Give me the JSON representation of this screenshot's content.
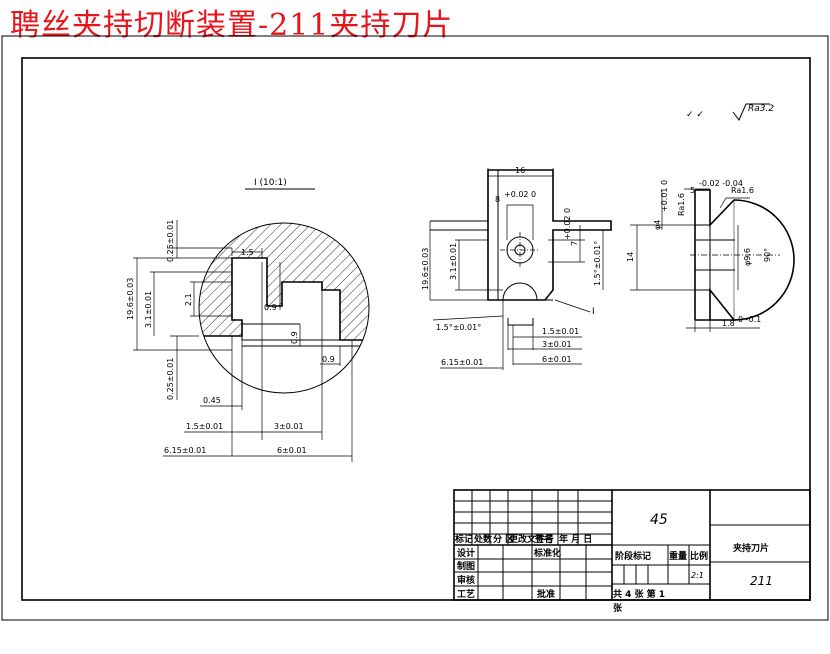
{
  "banner_title": "聘丝夹持切断装置-211夹持刀片",
  "roughness_note": {
    "symbols": "✓ ✓",
    "value": "Ra3.2"
  },
  "detail_view": {
    "label": "I (10:1)",
    "dims": {
      "d_1_5": "1.5",
      "d_0_9_a": "0.9",
      "d_0_9_b": "0.9",
      "d_0_9_c": "0.9",
      "d_2_1": "2.1",
      "d_0_25_top": "0.25±0.01",
      "d_19_6": "19.6±0.03",
      "d_3_1": "3.1±0.01",
      "d_0_25_bot": "0.25±0.01",
      "d_0_45": "0.45",
      "d_1_5_b": "1.5±0.01",
      "d_3": "3±0.01",
      "d_6_15": "6.15±0.01",
      "d_6": "6±0.01"
    }
  },
  "front_view": {
    "dims": {
      "d_16": "16",
      "d_8": "8",
      "d_8_tol": "+0.02 0",
      "d_19_6": "19.6±0.03",
      "d_3_1": "3.1±0.01",
      "d_7": "7",
      "d_7_tol": "+0.02 0",
      "d_1_5_left": "1.5°±0.01°",
      "d_1_5_right": "1.5°±0.01°",
      "d_1_5": "1.5±0.01",
      "d_3": "3±0.01",
      "d_6": "6±0.01",
      "d_6_15": "6.15±0.01",
      "section_mark": "I"
    }
  },
  "side_view": {
    "dims": {
      "d_5": "5",
      "d_5_tol": "-0.02 -0.04",
      "d_4": "φ4",
      "d_4_tol": "+0.01 0",
      "d_ra": "Ra1.6",
      "d_ra2": "Ra1.6",
      "d_14": "14",
      "d_9_6": "φ9.6",
      "d_90": "90°",
      "d_1_8": "1.8",
      "d_1_8_tol": "0 -0.1"
    }
  },
  "title_block": {
    "material": "45",
    "part_name": "夹持刀片",
    "drawing_no": "211",
    "header_cols": [
      "标记",
      "处数",
      "分 区",
      "更改文件号",
      "签名",
      "年 月 日"
    ],
    "roles": [
      "设计",
      "制图",
      "审核",
      "工艺"
    ],
    "std_label": "标准化",
    "approve_label": "批准",
    "stage_label": "阶段标记",
    "weight_label": "重量",
    "scale_label": "比例",
    "scale_value": "2:1",
    "sheet_info": "共  4  张  第  1",
    "sheet_suffix": "张"
  }
}
